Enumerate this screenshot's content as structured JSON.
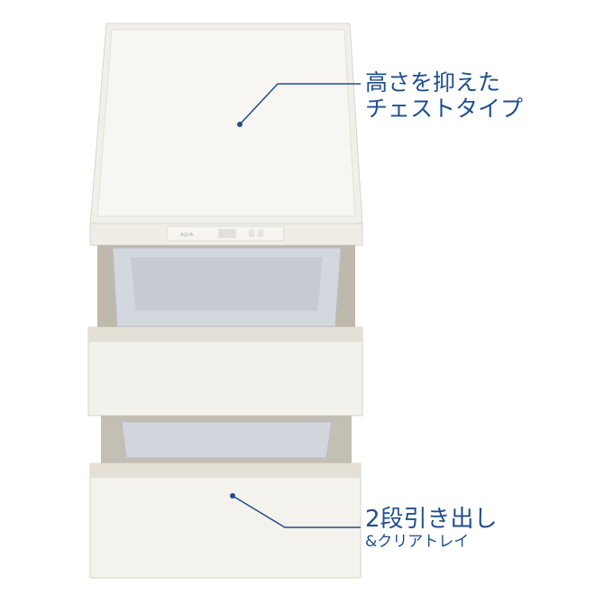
{
  "product": {
    "panel_logo": "AQUA",
    "colors": {
      "body": "#f4f2ec",
      "accent_text": "#1f4e8c",
      "interior": "#c9ced6"
    }
  },
  "annotations": [
    {
      "lines": [
        "高さを抑えた",
        "チェストタイプ"
      ]
    },
    {
      "lines": [
        "2段引き出し",
        "&クリアトレイ"
      ]
    }
  ]
}
